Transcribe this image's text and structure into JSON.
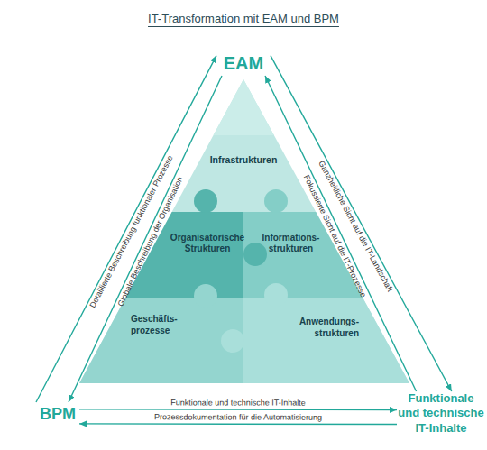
{
  "diagram": {
    "title": "IT-Transformation mit EAM und BPM",
    "nodes": [
      {
        "text": [
          "EAM"
        ]
      },
      {
        "text": [
          "Infrastrukturen"
        ]
      },
      {
        "text": [
          "Organisatorische Strukturen"
        ]
      },
      {
        "text": [
          "Informations- strukturen"
        ]
      },
      {
        "text": [
          "Geschäfts- prozesse"
        ]
      },
      {
        "text": [
          "Anwendungs- strukturen"
        ]
      },
      {
        "text": [
          "BPM"
        ]
      },
      {
        "text": [
          "Funktionale und technische IT-Inhalte"
        ]
      }
    ],
    "edges": [
      {
        "from": 6,
        "to": 0,
        "label": "Detaillierte Beschreibung funktionaler Prozesse",
        "arrow": "to"
      },
      {
        "from": 0,
        "to": 6,
        "label": "Globale Beschreibung der Organisation",
        "arrow": "to"
      },
      {
        "from": 0,
        "to": 7,
        "label": "Ganzheitliche Sicht auf die IT-Landschaft",
        "arrow": "to"
      },
      {
        "from": 7,
        "to": 0,
        "label": "Fokussierte Sicht auf die IT-Prozesse",
        "arrow": "to"
      },
      {
        "from": 6,
        "to": 7,
        "label": "Funktionale und technische IT-Inhalte",
        "arrow": "to"
      },
      {
        "from": 7,
        "to": 6,
        "label": "Prozessdokumentation für die Automatisierung",
        "arrow": "to"
      }
    ]
  }
}
